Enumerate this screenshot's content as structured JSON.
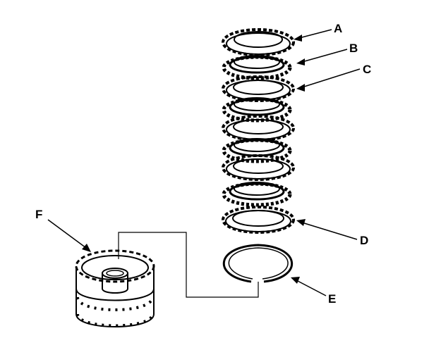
{
  "callouts": {
    "a": "A",
    "b": "B",
    "c": "C",
    "d": "D",
    "e": "E",
    "f": "F"
  },
  "colors": {
    "ink": "#000000",
    "paper": "#ffffff"
  },
  "parts": [
    "end-plate-top",
    "friction-disc",
    "clutch-plate",
    "end-plate-bottom",
    "snap-ring",
    "clutch-drum"
  ]
}
